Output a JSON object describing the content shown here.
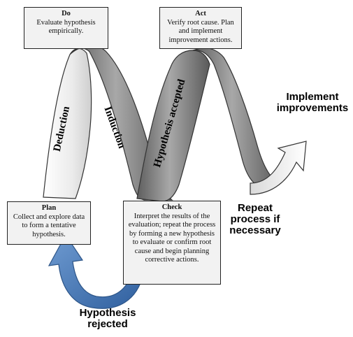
{
  "boxes": {
    "do": {
      "title": "Do",
      "body": "Evaluate hypothesis empirically."
    },
    "act": {
      "title": "Act",
      "body": "Verify root cause. Plan and implement improvement actions."
    },
    "plan": {
      "title": "Plan",
      "body": "Collect and explore data to form a tentative hypothesis."
    },
    "check": {
      "title": "Check",
      "body": "Interpret the results of the evaluation; repeat the process by forming a new hypothesis to evaluate or confirm root cause and begin planning corrective actions."
    }
  },
  "ribbon_labels": {
    "deduction": "Deduction",
    "induction": "Induction",
    "hypothesis_accepted": "Hypothesis accepted"
  },
  "annotations": {
    "implement_improvements": "Implement improvements",
    "repeat_process": "Repeat process if necessary",
    "hypothesis_rejected": "Hypothesis rejected"
  },
  "colors": {
    "ribbon_light": "#e6e6e6",
    "ribbon_dark": "#7a7a7a",
    "feedback_arrow": "#4f81bd",
    "box_fill": "#f2f2f2"
  }
}
